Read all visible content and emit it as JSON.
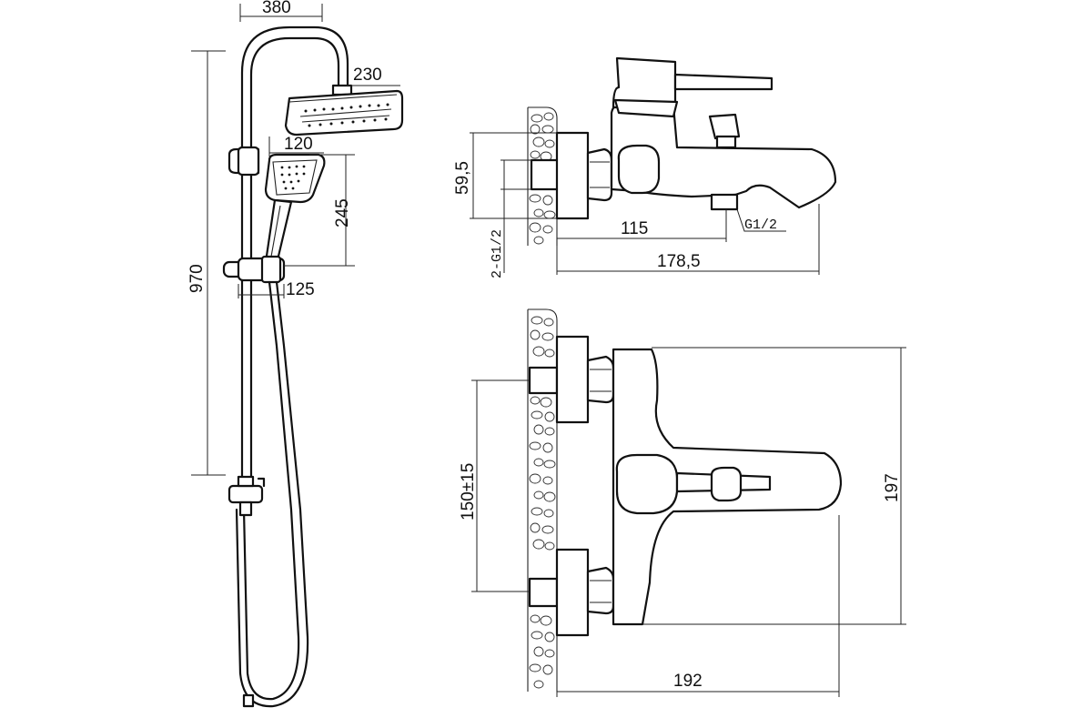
{
  "shower_set": {
    "dim_width_top": "380",
    "dim_head": "230",
    "dim_hand": "120",
    "dim_hand_len": "245",
    "dim_height": "970",
    "dim_holder": "125"
  },
  "mixer_side": {
    "dim_inlet_h": "59,5",
    "dim_thread": "2-G1/2",
    "dim_outlet": "G1/2",
    "dim_depth_outlet": "115",
    "dim_depth_total": "178,5"
  },
  "mixer_front": {
    "dim_centers": "150±15",
    "dim_height": "197",
    "dim_depth": "192"
  }
}
